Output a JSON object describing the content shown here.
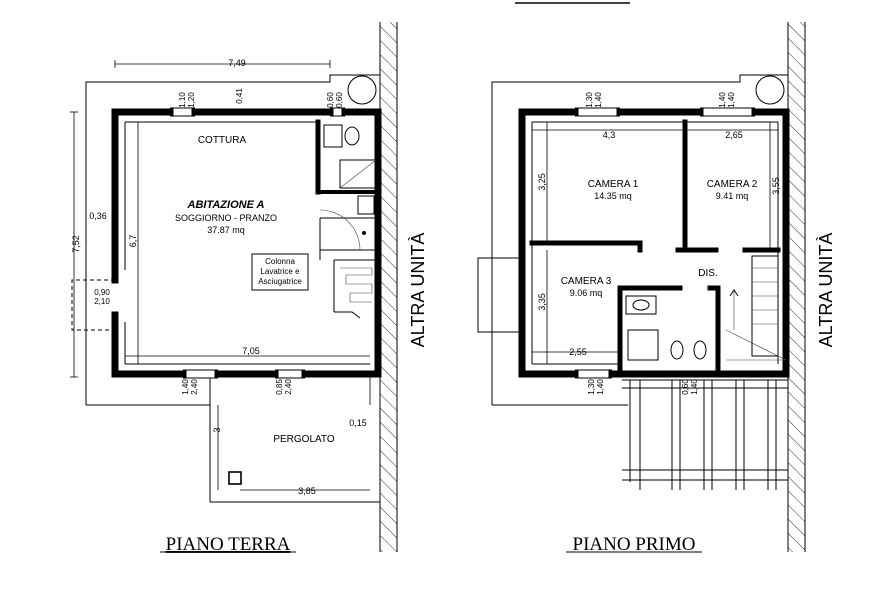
{
  "ground_floor": {
    "title": "PIANO TERRA",
    "altra_unita": "ALTRA UNITÀ",
    "rooms": {
      "cottura": "COTTURA",
      "abitazione": "ABITAZIONE A",
      "soggiorno": "SOGGIORNO - PRANZO",
      "soggiorno_area": "37.87 mq",
      "colonna_1": "Colonna",
      "colonna_2": "Lavatrice e",
      "colonna_3": "Asciugatrice",
      "pergolato": "PERGOLATO"
    },
    "dims": {
      "width_top": "7,49",
      "height_left": "7,52",
      "wall_036": "0,36",
      "inner_67": "6,7",
      "door_090": "0,90",
      "door_210": "2,10",
      "inner_705": "7,05",
      "pergola_385": "3,85",
      "pergola_3": "3",
      "pergola_015": "0,15",
      "w1_a": "1,10",
      "w1_b": "1,20",
      "w2": "0,41",
      "w3_a": "0,60",
      "w3_b": "0,60",
      "d1_a": "1,40",
      "d1_b": "2,40",
      "d2_a": "0,85",
      "d2_b": "2,40"
    }
  },
  "first_floor": {
    "title": "PIANO PRIMO",
    "altra_unita": "ALTRA UNITÀ",
    "rooms": {
      "camera1": "CAMERA 1",
      "camera1_area": "14.35 mq",
      "camera2": "CAMERA 2",
      "camera2_area": "9.41 mq",
      "camera3": "CAMERA 3",
      "camera3_area": "9.06 mq",
      "dis": "DIS."
    },
    "dims": {
      "c1_w": "4,3",
      "c1_h": "3,25",
      "c2_w": "2,65",
      "c2_h": "3,55",
      "c3_h": "3,35",
      "c3_w": "2,55",
      "w1_a": "1,30",
      "w1_b": "1,40",
      "w2_a": "1,40",
      "w2_b": "1,40",
      "w3_a": "1,30",
      "w3_b": "1,40",
      "w4_a": "0,60",
      "w4_b": "1,40"
    }
  }
}
